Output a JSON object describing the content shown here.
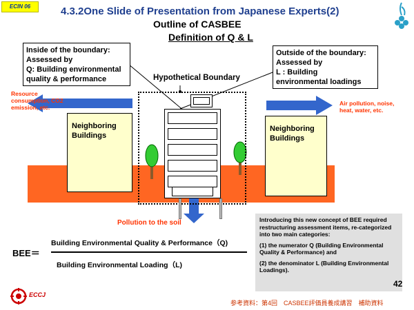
{
  "header": {
    "badge": "ECIN 06",
    "title": "4.3.2One Slide of Presentation from Japanese Experts(2)",
    "subtitle1": "Outline of CASBEE",
    "subtitle2": "Definition of Q & L"
  },
  "inside_box": {
    "line1": "Inside of the boundary:",
    "line2": "Assessed by",
    "line3": "Q: Building environmental",
    "line4": "quality & performance"
  },
  "outside_box": {
    "line1": "Outside of the boundary:",
    "line2": "Assessed by",
    "line3": "L : Building",
    "line4": "environmental loadings"
  },
  "diagram": {
    "boundary_label": "Hypothetical Boundary",
    "resource_label": "Resource consumption, CO2 emission, etc.",
    "air_label": "Air pollution, noise, heat, water, etc.",
    "neighbor_left": "Neighboring Buildings",
    "neighbor_right": "Neighboring Buildings",
    "pollution_label": "Pollution to the soil"
  },
  "bee": {
    "label": "BEE＝",
    "numerator": "Building Environmental Quality & Performance（Q)",
    "denominator": "Building Environmental Loading（L)"
  },
  "note": {
    "p1": "Introducing this new concept of BEE required restructuring assessment items, re-categorized into two main categories:",
    "p2": "(1) the numerator Q (Building Environmental Quality & Performance) and",
    "p3": "(2) the denominator L (Building Environmental Loadings)."
  },
  "footer": {
    "page_number": "42",
    "reference": "参考資料：第4回　CASBEE評価員養成講習　補助資料",
    "logo_text": "ECCJ"
  },
  "colors": {
    "title": "#1f3f8f",
    "arrow_blue": "#3366cc",
    "ground_orange": "#ff6622",
    "building_fill": "#ffffcc",
    "red_text": "#ff3300"
  }
}
